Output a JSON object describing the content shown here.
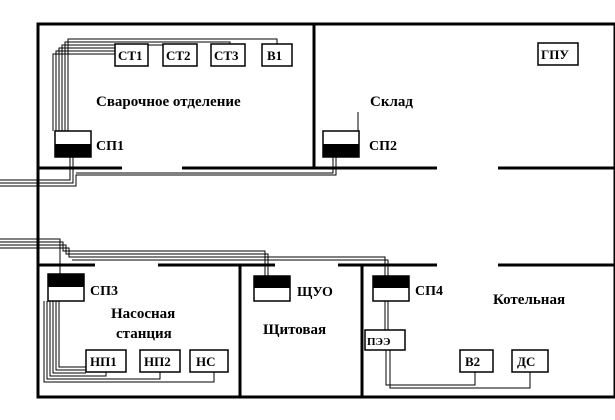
{
  "rooms": {
    "welding": "Сварочное отделение",
    "warehouse": "Склад",
    "pump_station_line1": "Насосная",
    "pump_station_line2": "станция",
    "switchboard": "Щитовая",
    "boiler": "Котельная"
  },
  "panels": {
    "sp1": "СП1",
    "sp2": "СП2",
    "sp3": "СП3",
    "sp4": "СП4",
    "shuo": "ЩУО"
  },
  "equipment": {
    "st1": "СТ1",
    "st2": "СТ2",
    "st3": "СТ3",
    "v1": "В1",
    "gpu": "ГПУ",
    "np1": "НП1",
    "np2": "НП2",
    "ns": "НС",
    "pee": "ПЭЭ",
    "v2": "В2",
    "ds": "ДС"
  }
}
